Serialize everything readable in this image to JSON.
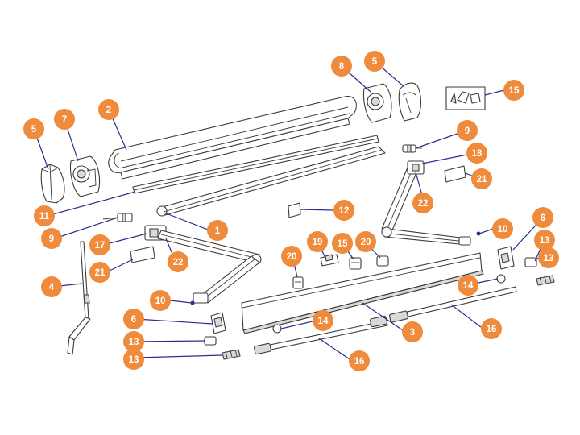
{
  "diagram": {
    "colors": {
      "callout": "#ef8b3c",
      "leader": "#2a2f8f",
      "outline": "#3a3a3a"
    },
    "callouts": [
      {
        "id": "c-5a",
        "label": "5"
      },
      {
        "id": "c-7",
        "label": "7"
      },
      {
        "id": "c-2",
        "label": "2"
      },
      {
        "id": "c-8",
        "label": "8"
      },
      {
        "id": "c-5b",
        "label": "5"
      },
      {
        "id": "c-15a",
        "label": "15"
      },
      {
        "id": "c-9a",
        "label": "9"
      },
      {
        "id": "c-18",
        "label": "18"
      },
      {
        "id": "c-21a",
        "label": "21"
      },
      {
        "id": "c-22a",
        "label": "22"
      },
      {
        "id": "c-11",
        "label": "11"
      },
      {
        "id": "c-12",
        "label": "12"
      },
      {
        "id": "c-9b",
        "label": "9"
      },
      {
        "id": "c-1",
        "label": "1"
      },
      {
        "id": "c-10a",
        "label": "10"
      },
      {
        "id": "c-6a",
        "label": "6"
      },
      {
        "id": "c-17",
        "label": "17"
      },
      {
        "id": "c-19",
        "label": "19"
      },
      {
        "id": "c-15b",
        "label": "15"
      },
      {
        "id": "c-20a",
        "label": "20"
      },
      {
        "id": "c-13a",
        "label": "13"
      },
      {
        "id": "c-13b",
        "label": "13"
      },
      {
        "id": "c-20b",
        "label": "20"
      },
      {
        "id": "c-21b",
        "label": "21"
      },
      {
        "id": "c-22b",
        "label": "22"
      },
      {
        "id": "c-4",
        "label": "4"
      },
      {
        "id": "c-14a",
        "label": "14"
      },
      {
        "id": "c-10b",
        "label": "10"
      },
      {
        "id": "c-6b",
        "label": "6"
      },
      {
        "id": "c-14b",
        "label": "14"
      },
      {
        "id": "c-3",
        "label": "3"
      },
      {
        "id": "c-16a",
        "label": "16"
      },
      {
        "id": "c-13c",
        "label": "13"
      },
      {
        "id": "c-13d",
        "label": "13"
      },
      {
        "id": "c-16b",
        "label": "16"
      }
    ]
  }
}
